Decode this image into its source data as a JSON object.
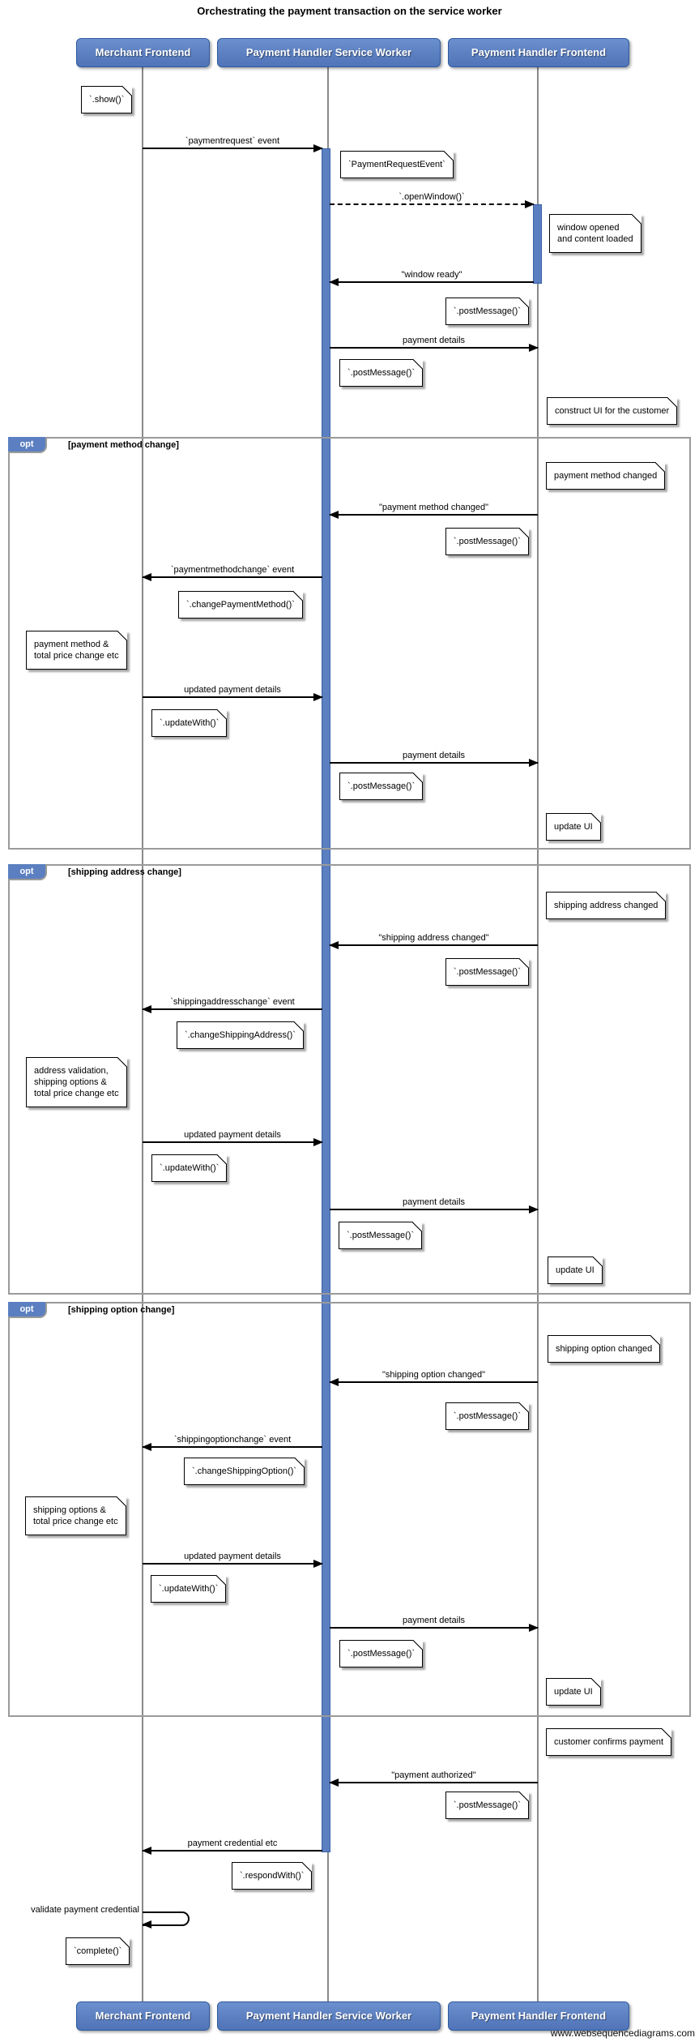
{
  "diagram": {
    "title": "Orchestrating the payment transaction on the service worker",
    "watermark": "www.websequencediagrams.com"
  },
  "actors": {
    "merchant": "Merchant Frontend",
    "service_worker": "Payment Handler Service Worker",
    "handler_frontend": "Payment Handler Frontend"
  },
  "fragments": {
    "opt_label": "opt",
    "payment_method_condition": "[payment method change]",
    "shipping_address_condition": "[shipping address change]",
    "shipping_option_condition": "[shipping option change]"
  },
  "messages": {
    "payment_request": "`paymentrequest` event",
    "open_window": "`.openWindow()`",
    "window_ready": "\"window ready\"",
    "payment_details": "payment details",
    "payment_method_changed": "\"payment method changed\"",
    "payment_method_change_event": "`paymentmethodchange` event",
    "updated_payment_details": "updated payment details",
    "shipping_address_changed": "\"shipping address changed\"",
    "shipping_address_change_event": "`shippingaddresschange` event",
    "shipping_option_changed": "\"shipping option changed\"",
    "shipping_option_change_event": "`shippingoptionchange` event",
    "payment_authorized": "\"payment authorized\"",
    "payment_credential": "payment credential etc",
    "validate_payment_credential": "validate payment credential"
  },
  "notes": {
    "show": "`.show()`",
    "payment_request_event": "`PaymentRequestEvent`",
    "window_opened": "window opened\nand content loaded",
    "post_message": "`.postMessage()`",
    "construct_ui": "construct UI for the customer",
    "payment_method_changed": "payment method changed",
    "change_payment_method": "`.changePaymentMethod()`",
    "payment_method_total_price": "payment method &\ntotal price change etc",
    "update_with": "`.updateWith()`",
    "update_ui": "update UI",
    "shipping_address_changed": "shipping address changed",
    "change_shipping_address": "`.changeShippingAddress()`",
    "address_validation": "address validation,\nshipping options &\ntotal price change etc",
    "shipping_option_changed": "shipping option changed",
    "change_shipping_option": "`.changeShippingOption()`",
    "shipping_options_total_price": "shipping options &\ntotal price change etc",
    "customer_confirms": "customer confirms payment",
    "respond_with": "`.respondWith()`",
    "complete": "`complete()`"
  },
  "colors": {
    "actor_fill": "#5b7fc0",
    "actor_border": "#2e5a9e",
    "activation_fill": "#5b7fc0",
    "frame_border": "#9a9a9a",
    "lifeline": "#8a8a8a"
  }
}
